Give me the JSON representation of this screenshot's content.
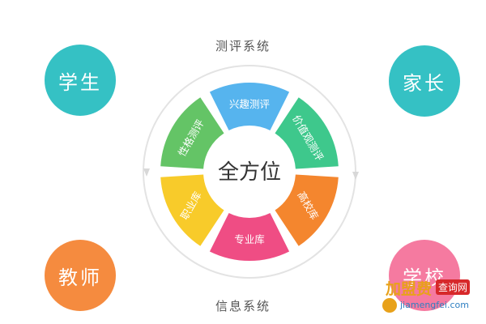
{
  "captions": {
    "top": "测评系统",
    "bottom": "信息系统"
  },
  "corners": {
    "student": {
      "label": "学生",
      "color": "#35c1c4"
    },
    "parent": {
      "label": "家长",
      "color": "#35c1c4"
    },
    "teacher": {
      "label": "教师",
      "color": "#f58b3f"
    },
    "school": {
      "label": "学校",
      "color": "#f57aa0"
    }
  },
  "center": {
    "label": "全方位"
  },
  "segments": [
    {
      "label": "兴趣测评",
      "color": "#56b4ee"
    },
    {
      "label": "价值观测评",
      "color": "#3ec88c"
    },
    {
      "label": "高校库",
      "color": "#f4862e"
    },
    {
      "label": "专业库",
      "color": "#ef4d84"
    },
    {
      "label": "职业库",
      "color": "#f8cb2a"
    },
    {
      "label": "性格测评",
      "color": "#64c466"
    }
  ],
  "watermark": {
    "brand": "加盟费",
    "badge": "查询网",
    "url": "jiamengfei.com"
  }
}
